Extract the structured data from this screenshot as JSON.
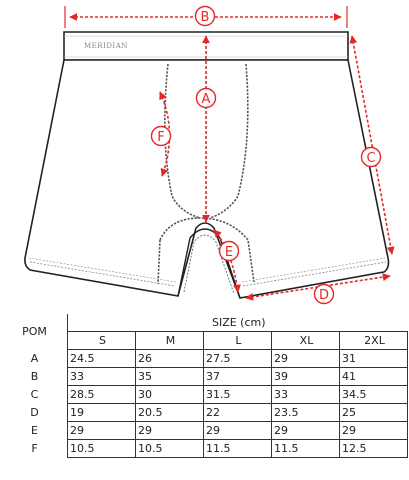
{
  "diagram": {
    "brand_label": "MERIDIAN",
    "markers": {
      "A": "A",
      "B": "B",
      "C": "C",
      "D": "D",
      "E": "E",
      "F": "F"
    },
    "colors": {
      "measure": "#e5282a",
      "outline": "#222222",
      "stitch": "#777777"
    }
  },
  "table": {
    "pom_header": "POM",
    "size_header": "SIZE (cm)",
    "sizes": [
      "S",
      "M",
      "L",
      "XL",
      "2XL"
    ],
    "rows": [
      {
        "pom": "A",
        "values": [
          "24.5",
          "26",
          "27.5",
          "29",
          "31"
        ]
      },
      {
        "pom": "B",
        "values": [
          "33",
          "35",
          "37",
          "39",
          "41"
        ]
      },
      {
        "pom": "C",
        "values": [
          "28.5",
          "30",
          "31.5",
          "33",
          "34.5"
        ]
      },
      {
        "pom": "D",
        "values": [
          "19",
          "20.5",
          "22",
          "23.5",
          "25"
        ]
      },
      {
        "pom": "E",
        "values": [
          "29",
          "29",
          "29",
          "29",
          "29"
        ]
      },
      {
        "pom": "F",
        "values": [
          "10.5",
          "10.5",
          "11.5",
          "11.5",
          "12.5"
        ]
      }
    ]
  }
}
